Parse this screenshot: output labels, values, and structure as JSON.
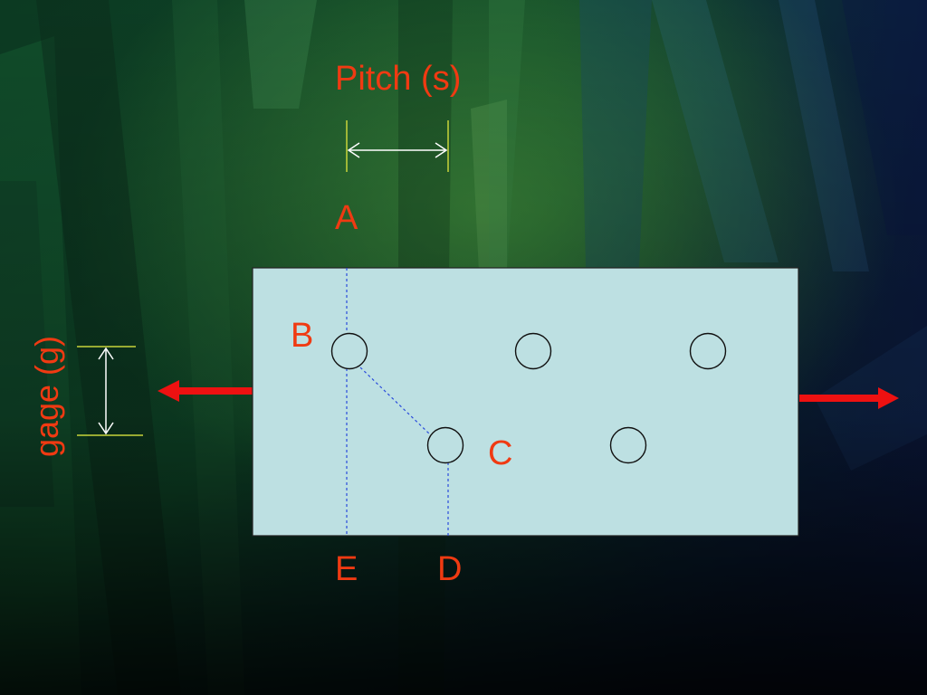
{
  "labels": {
    "pitch": "Pitch (s)",
    "gage": "gage (g)",
    "a": "A",
    "b": "B",
    "c": "C",
    "d": "D",
    "e": "E"
  },
  "colors": {
    "label": "#f03a12",
    "plate_fill": "#bde0e2",
    "plate_border": "#222222",
    "bolt_hole": "#111111",
    "failure_path": "#2a4bdc",
    "dimension_arrow": "#ffffff",
    "extension_line": "#c8d43a",
    "load_arrow": "#ee1111"
  },
  "icons": {
    "left_load": "arrow-left-icon",
    "right_load": "arrow-right-icon"
  }
}
